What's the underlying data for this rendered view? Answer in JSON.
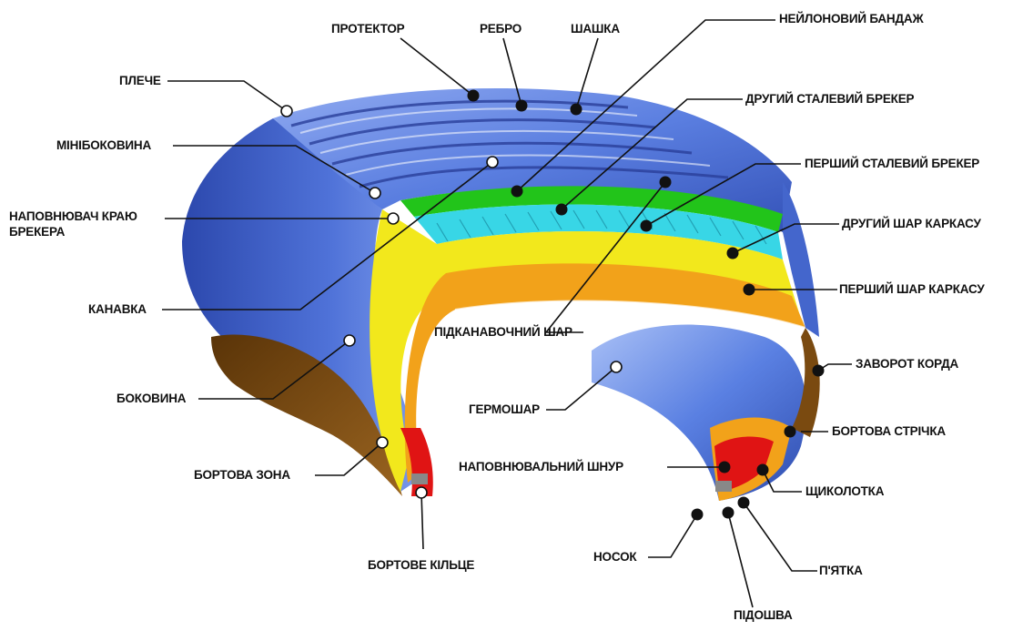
{
  "labels": {
    "protector": "ПРОТЕКТОР",
    "rib": "РЕБРО",
    "block": "ШАШКА",
    "nylon_band": "НЕЙЛОНОВИЙ БАНДАЖ",
    "shoulder": "ПЛЕЧЕ",
    "second_steel_breaker": "ДРУГИЙ СТАЛЕВИЙ БРЕКЕР",
    "mini_sidewall": "МІНІБОКОВИНА",
    "first_steel_breaker": "ПЕРШИЙ СТАЛЕВИЙ БРЕКЕР",
    "breaker_edge_filler_line1": "НАПОВНЮВАЧ КРАЮ",
    "breaker_edge_filler_line2": "БРЕКЕРА",
    "second_carcass_ply": "ДРУГИЙ ШАР КАРКАСУ",
    "first_carcass_ply": "ПЕРШИЙ ШАР КАРКАСУ",
    "groove": "КАНАВКА",
    "undertread": "ПІДКАНАВОЧНИЙ ШАР",
    "cord_turnup": "ЗАВОРОТ КОРДА",
    "sidewall": "БОКОВИНА",
    "inner_liner": "ГЕРМОШАР",
    "bead_strip": "БОРТОВА СТРІЧКА",
    "bead_zone": "БОРТОВА ЗОНА",
    "bead_filler": "НАПОВНЮВАЛЬНИЙ ШНУР",
    "chafer": "ЩИКОЛОТКА",
    "bead_ring": "БОРТОВЕ КІЛЬЦЕ",
    "toe": "НОСОК",
    "heel": "П'ЯТКА",
    "sole": "ПІДОШВА"
  },
  "colors": {
    "tread_blue": "#4a6fd8",
    "sidewall_blue": "#3a5cc8",
    "nylon_green": "#22c41a",
    "steel_cyan": "#38d6e6",
    "carcass_yellow": "#f2e81c",
    "carcass_orange": "#f2a21a",
    "bead_red": "#e01414",
    "brown": "#7a4a10"
  }
}
